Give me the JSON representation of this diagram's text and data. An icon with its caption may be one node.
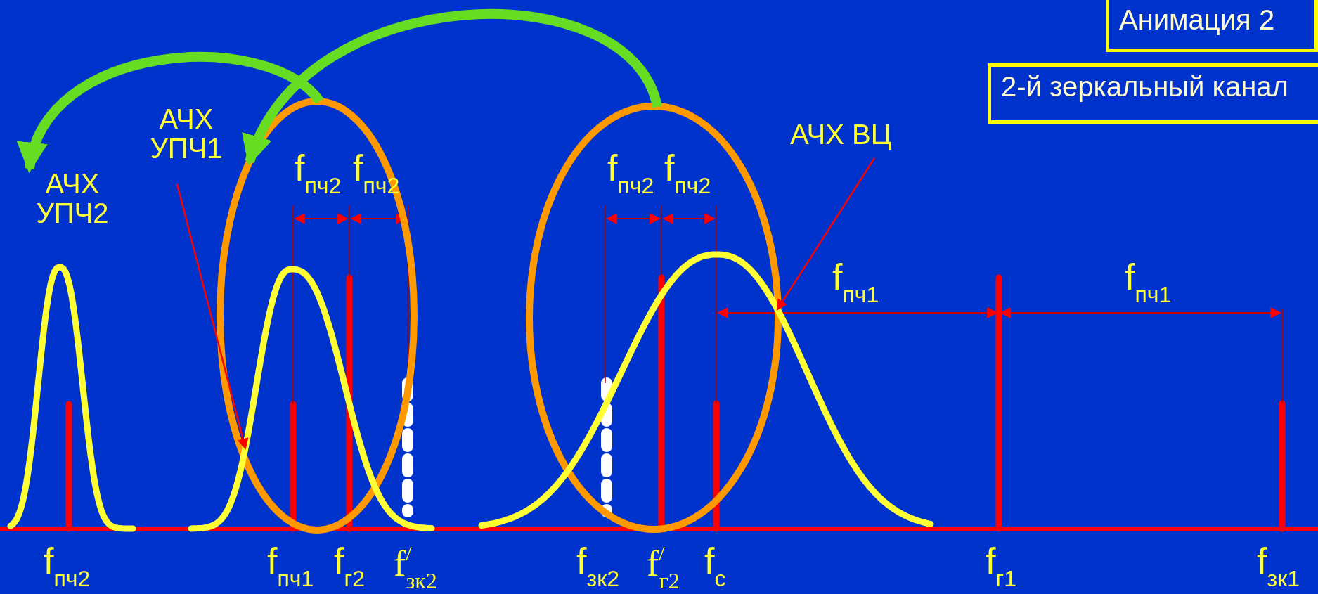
{
  "diagram": {
    "nodes": [
      {
        "text": [
          "Анимация 2"
        ]
      },
      {
        "text": [
          "2-й зеркальный канал"
        ]
      },
      {
        "text": [
          "АЧХ УПЧ2"
        ]
      },
      {
        "text": [
          "АЧХ УПЧ1"
        ]
      },
      {
        "text": [
          "АЧХ ВЦ"
        ]
      },
      {
        "text": [],
        "shape": "ellipse"
      },
      {
        "text": [],
        "shape": "ellipse"
      },
      {
        "text": [],
        "shape": "curve"
      },
      {
        "text": [],
        "shape": "curve"
      }
    ],
    "edges": [
      {
        "from": 6,
        "to": 5,
        "arrow": "to",
        "style": "thick",
        "color": "#66dd22"
      },
      {
        "from": 5,
        "to": 2,
        "arrow": "to",
        "style": "thick",
        "color": "#66dd22"
      },
      {
        "from": 3,
        "to": 7,
        "arrow": "to",
        "color": "#ff0000"
      },
      {
        "from": 4,
        "to": 8,
        "arrow": "to",
        "color": "#ff0000"
      }
    ],
    "labels": [
      "f$_{пч2}$",
      "f$_{пч2}$",
      "f$_{пч2}$",
      "f$_{пч2}$",
      "f$_{пч1}$",
      "f$_{пч1}$",
      "f$_{пч2}$",
      "f$_{пч1}$",
      "f$_{г2}$",
      "f$^{/}$$_{зк2}$",
      "f$_{зк2}$",
      "f$^{/}$$_{г2}$",
      "f$_{с}$",
      "f$_{г1}$",
      "f$_{зк1}$"
    ]
  }
}
